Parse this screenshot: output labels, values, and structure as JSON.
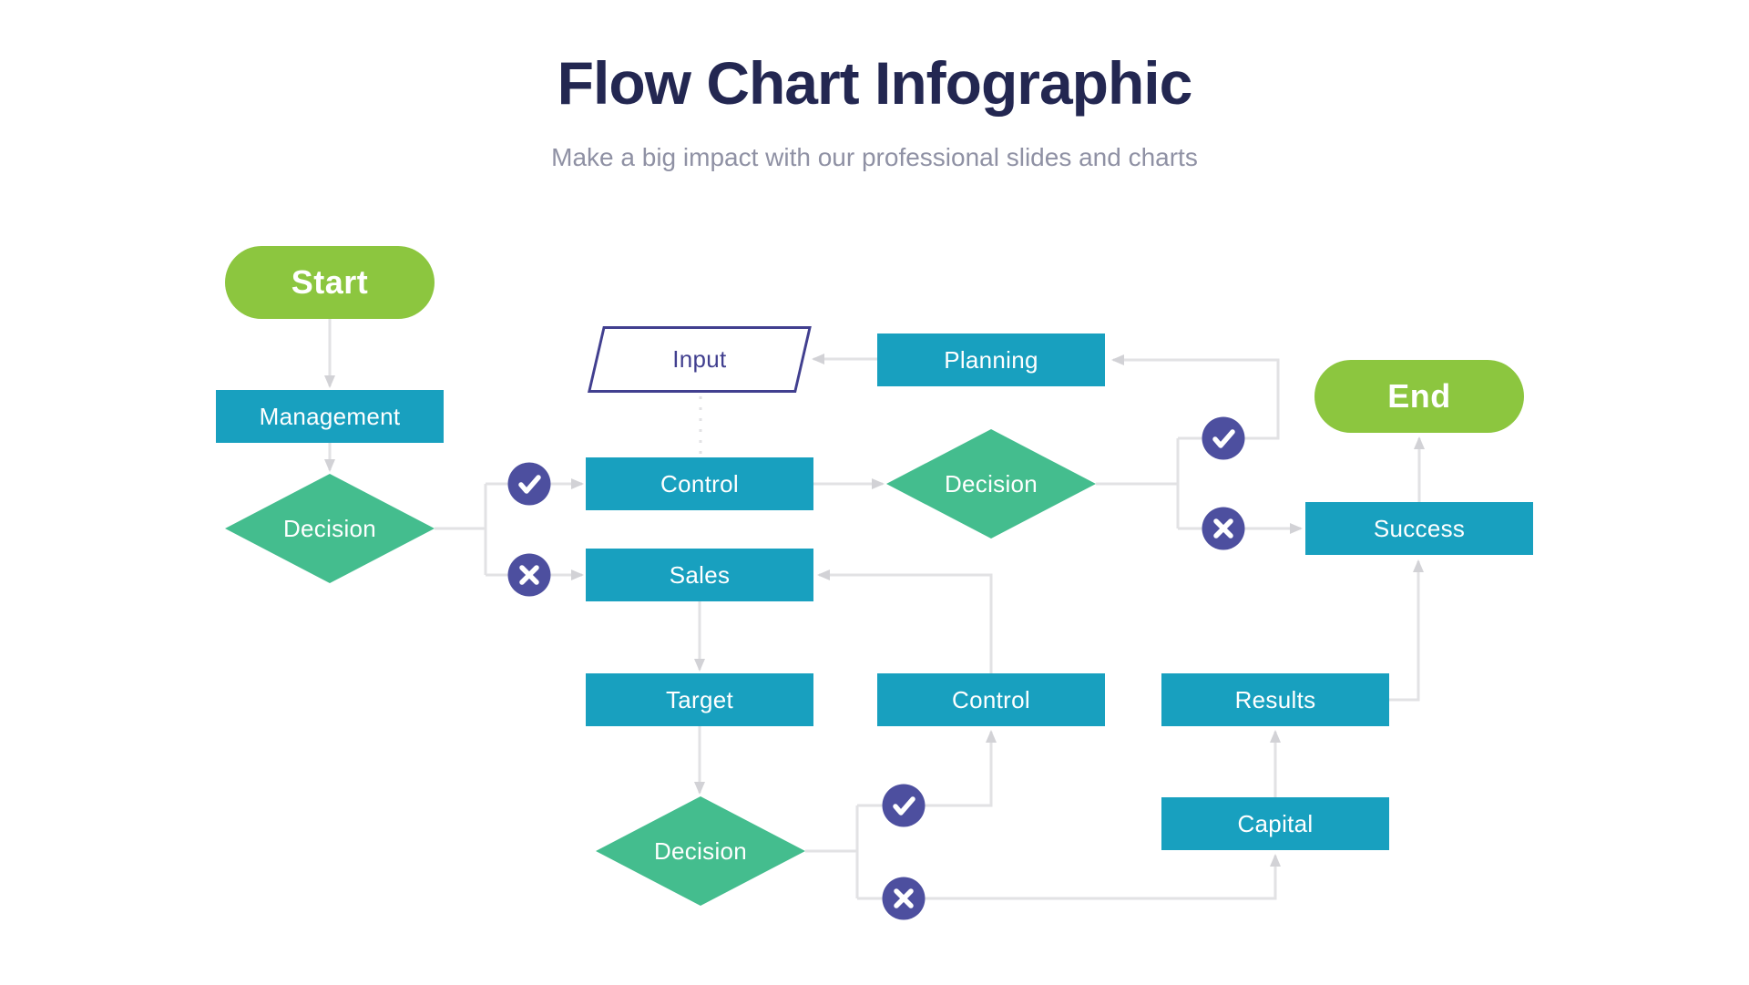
{
  "header": {
    "title": "Flow Chart Infographic",
    "subtitle": "Make a big impact with our professional slides and charts"
  },
  "nodes": {
    "start": "Start",
    "management": "Management",
    "decision_left": "Decision",
    "input": "Input",
    "planning": "Planning",
    "control_mid": "Control",
    "decision_right": "Decision",
    "sales": "Sales",
    "target": "Target",
    "decision_bottom": "Decision",
    "control_bottom": "Control",
    "results": "Results",
    "capital": "Capital",
    "success": "Success",
    "end": "End"
  },
  "colors": {
    "title_navy": "#232751",
    "subtitle_gray": "#8f91a4",
    "terminal_green": "#8cc63f",
    "process_teal": "#18a0bf",
    "decision_green": "#44bd8e",
    "badge_purple": "#4d4f9f",
    "input_indigo": "#413f8f",
    "connector_gray": "#e2e2e4",
    "arrow_gray": "#d2d2d6"
  }
}
